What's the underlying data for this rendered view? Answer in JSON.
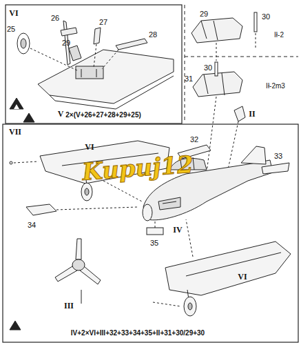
{
  "diagram": {
    "labels": [
      "VI",
      "25",
      "26",
      "27",
      "28",
      "29",
      "V",
      "2×(V+26+27+28+29+25)",
      "29",
      "30",
      "Ił-2",
      "30",
      "31",
      "Ił-2m3",
      "II",
      "VII",
      "VI",
      "32",
      "33",
      "IV",
      "34",
      "35",
      "III",
      "VI",
      "IV+2×VI+III+32+33+34+35+II+31+30/29+30",
      "Kupuj12"
    ]
  }
}
